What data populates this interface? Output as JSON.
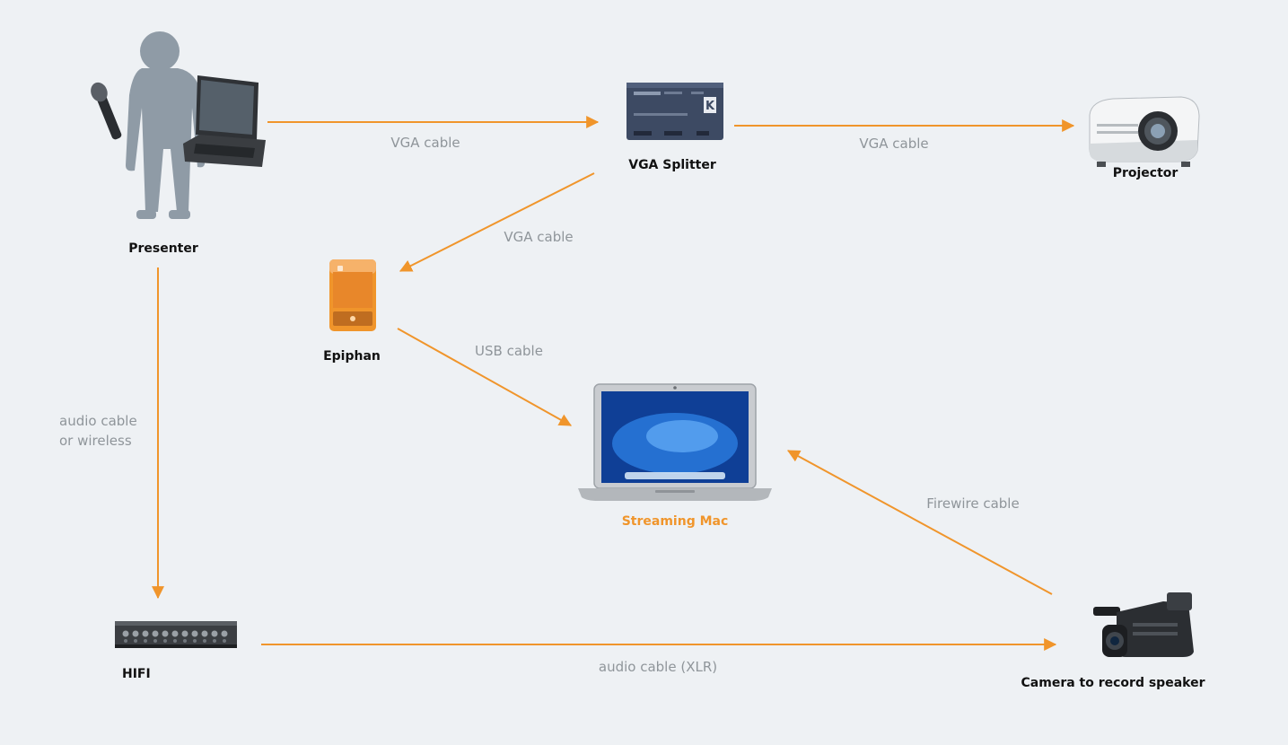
{
  "colors": {
    "background": "#eef1f4",
    "arrow": "#f0952b",
    "accent_label": "#f0952b",
    "edge_text": "#8f959a"
  },
  "nodes": {
    "presenter": {
      "label": "Presenter",
      "icon": "person-with-mic-and-laptop-icon"
    },
    "vga_splitter": {
      "label": "VGA Splitter",
      "icon": "vga-splitter-icon"
    },
    "projector": {
      "label": "Projector",
      "icon": "projector-icon"
    },
    "epiphan": {
      "label": "Epiphan",
      "icon": "epiphan-capture-device-icon"
    },
    "streaming_mac": {
      "label": "Streaming Mac",
      "icon": "macbook-laptop-icon"
    },
    "hifi": {
      "label": "HIFI",
      "icon": "audio-mixer-icon"
    },
    "camera": {
      "label": "Camera to record speaker",
      "icon": "video-camera-icon"
    }
  },
  "edges": {
    "presenter_to_splitter": {
      "label": "VGA cable"
    },
    "splitter_to_projector": {
      "label": "VGA cable"
    },
    "splitter_to_epiphan": {
      "label": "VGA cable"
    },
    "epiphan_to_mac": {
      "label": "USB cable"
    },
    "camera_to_mac": {
      "label": "Firewire cable"
    },
    "presenter_to_hifi": {
      "label_line1": "audio cable",
      "label_line2": "or wireless"
    },
    "hifi_to_camera": {
      "label": "audio cable (XLR)"
    }
  }
}
